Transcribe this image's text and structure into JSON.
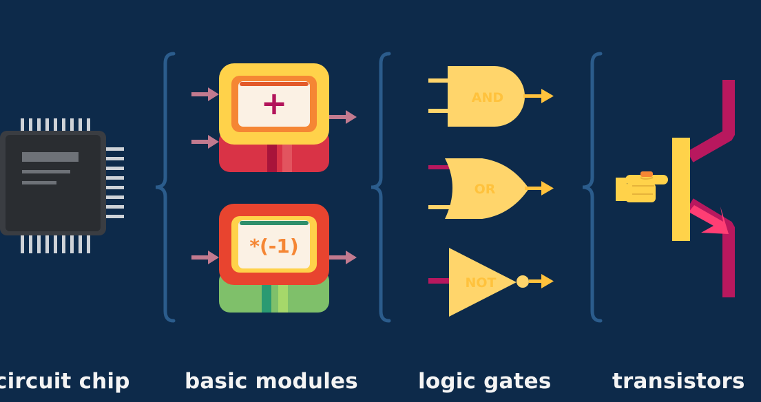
{
  "sections": [
    {
      "label": "circuit chip"
    },
    {
      "label": "basic modules"
    },
    {
      "label": "logic gates"
    },
    {
      "label": "transistors"
    }
  ],
  "modules": {
    "adder_symbol": "+",
    "negate_symbol": "*(-1)"
  },
  "gates": {
    "and_label": "AND",
    "or_label": "OR",
    "not_label": "NOT"
  },
  "colors": {
    "background": "#0d2a4a",
    "bracket": "#2b5c8c",
    "arrow": "#c27a8f",
    "gate": "#ffd56b",
    "gate_text": "#ffc23d",
    "wire": "#b8185e",
    "chip": "#2a2d31"
  }
}
